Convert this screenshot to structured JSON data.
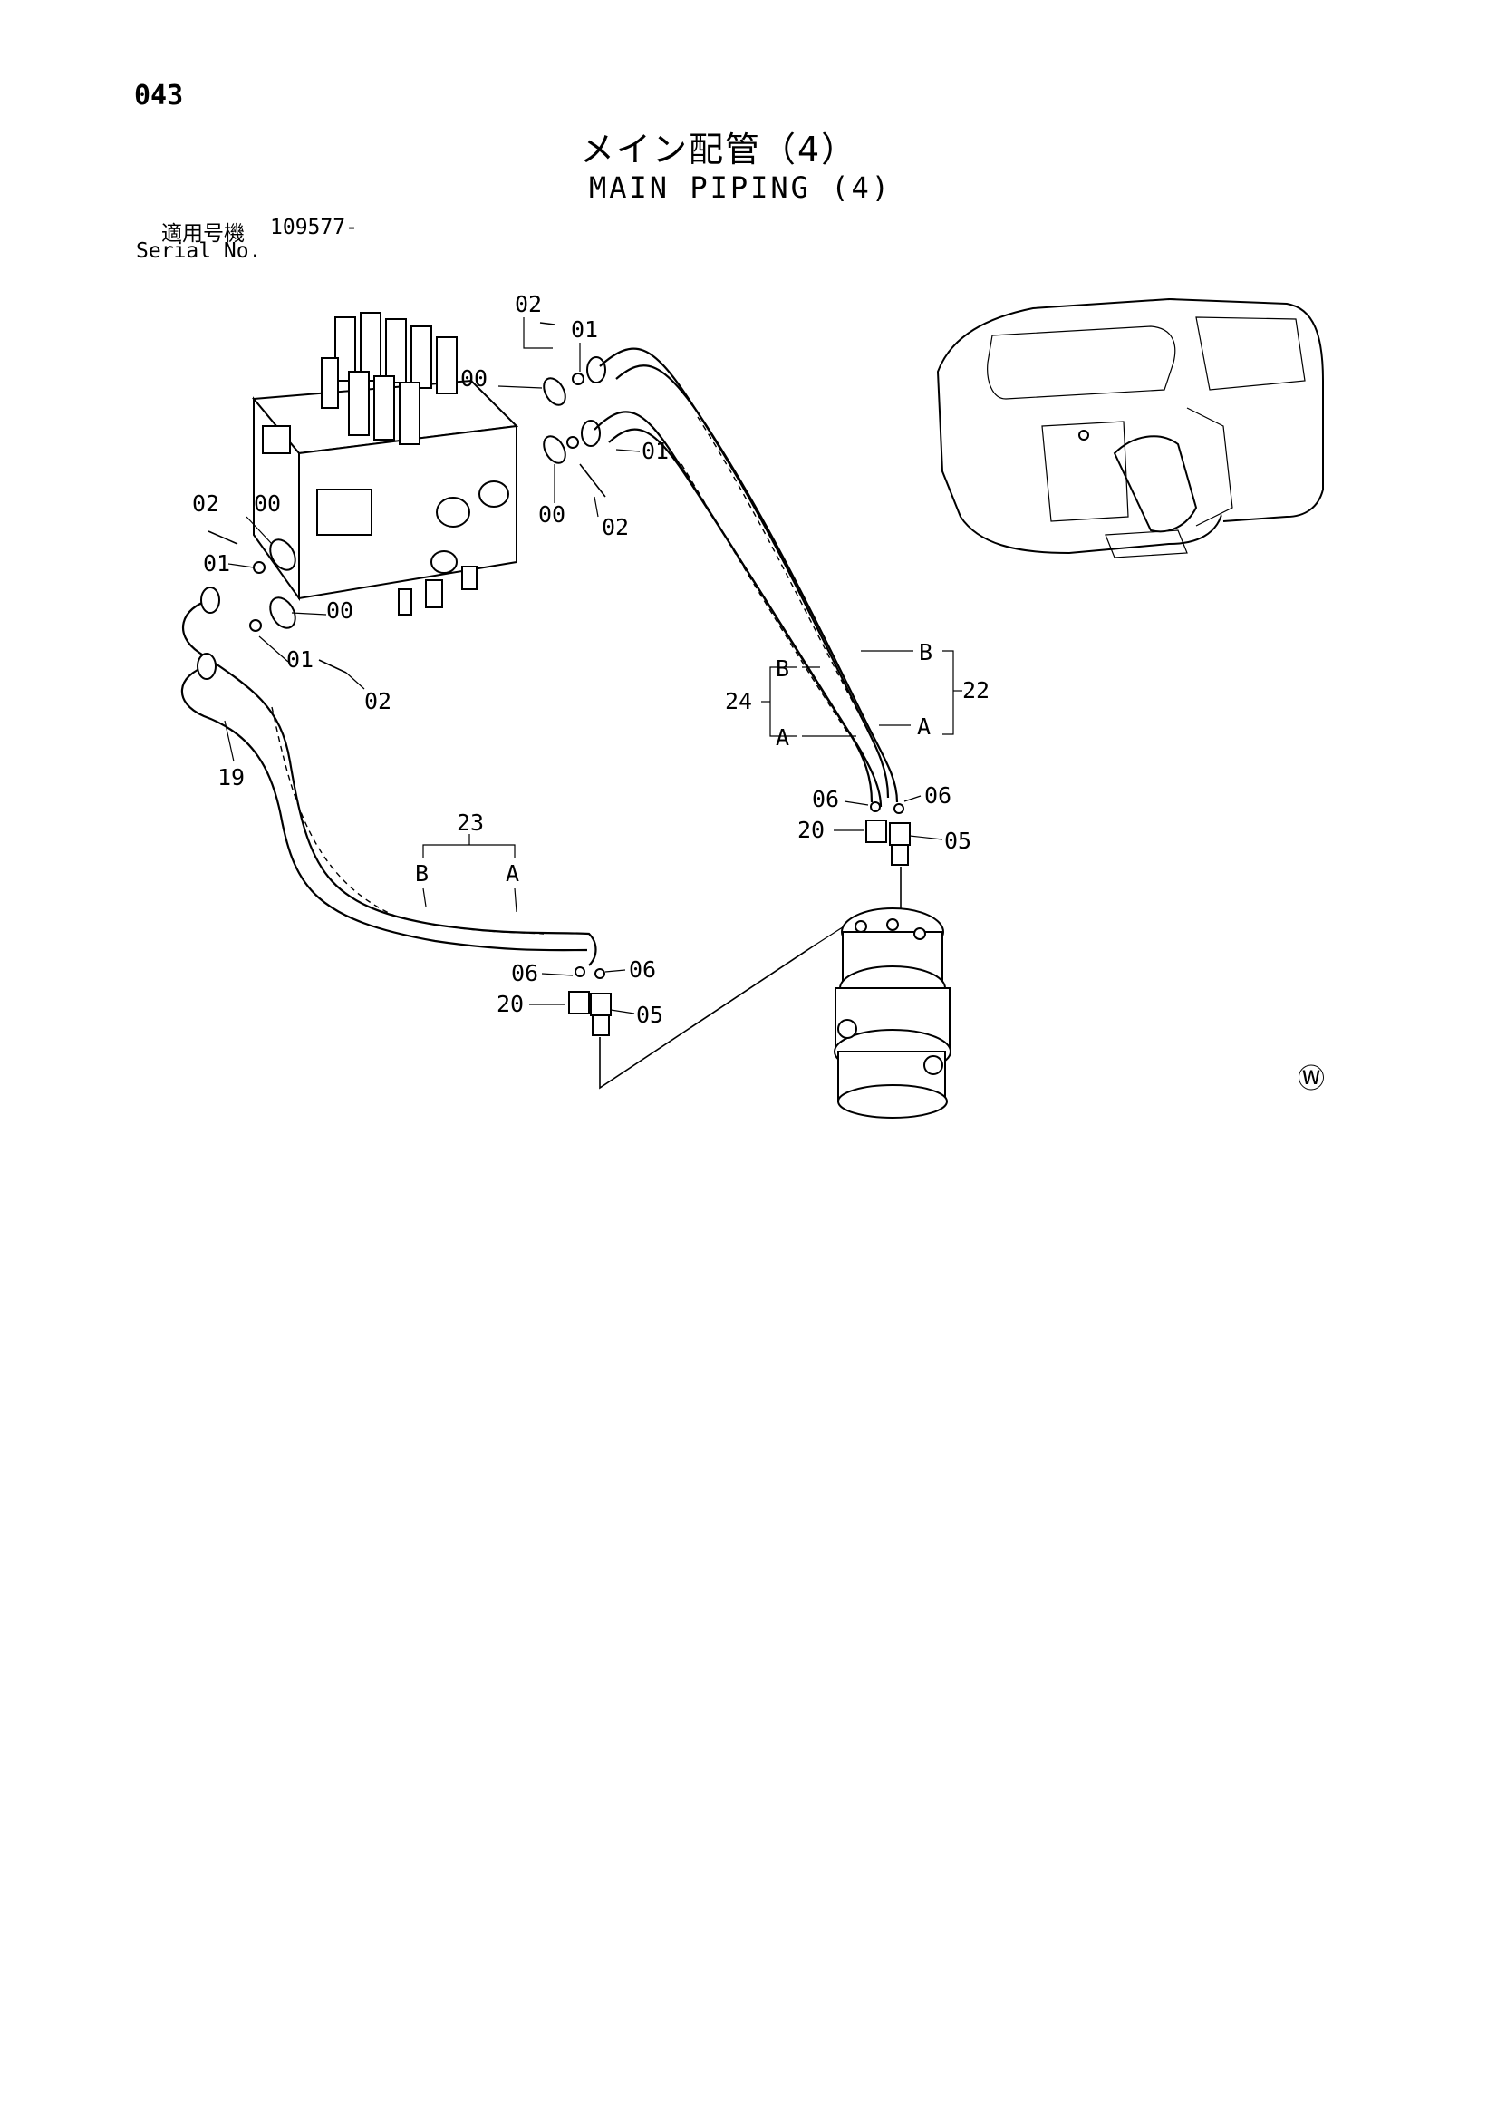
{
  "page": {
    "number": "043"
  },
  "title": {
    "jp": "メイン配管（4）",
    "en": "MAIN PIPING (4)"
  },
  "serial": {
    "jp_label": "適用号機",
    "number": "109577-",
    "en_label": "Serial No."
  },
  "callouts": {
    "c02_top": "02",
    "c01_top": "01",
    "c00_top": "00",
    "c01_mid": "01",
    "c00_mid": "00",
    "c02_mid": "02",
    "c02_left": "02",
    "c00_left": "00",
    "c01_left": "01",
    "c00_low": "00",
    "c01_low": "01",
    "c02_low": "02",
    "c19": "19",
    "c24": "24",
    "c24_b": "B",
    "c24_a": "A",
    "c22": "22",
    "c22_b": "B",
    "c22_a": "A",
    "c23": "23",
    "c23_b": "B",
    "c23_a": "A",
    "c06_r_left": "06",
    "c06_r_right": "06",
    "c20_r": "20",
    "c05_r": "05",
    "c06_l_left": "06",
    "c06_l_right": "06",
    "c20_l": "20",
    "c05_l": "05"
  },
  "mark": "Ⓦ"
}
